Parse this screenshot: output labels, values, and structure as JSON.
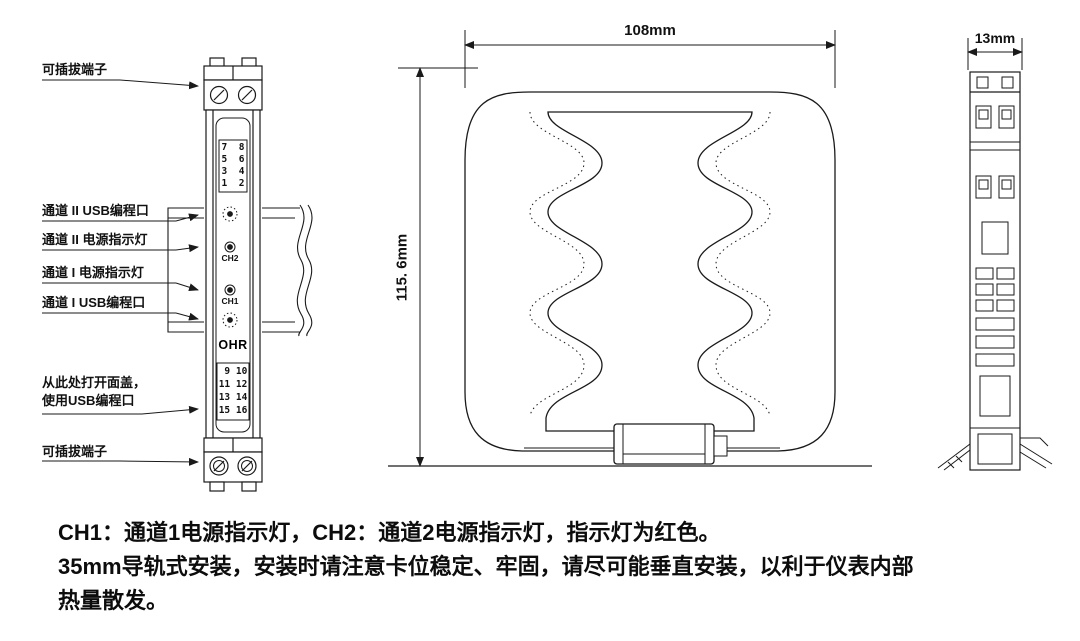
{
  "front_view": {
    "callouts": {
      "terminal_top": "可插拔端子",
      "ch2_usb": "通道 II USB编程口",
      "ch2_power": "通道 II 电源指示灯",
      "ch1_power": "通道 I 电源指示灯",
      "ch1_usb": "通道 I USB编程口",
      "open_cover_line1": "从此处打开面盖，",
      "open_cover_line2": "使用USB编程口",
      "terminal_bottom": "可插拔端子"
    },
    "panel": {
      "top_terminal_rows": [
        "7  8",
        "5  6",
        "3  4",
        "1  2"
      ],
      "bottom_terminal_rows": [
        " 9 10",
        "11 12",
        "13 14",
        "15 16"
      ],
      "ch2_label": "CH2",
      "ch1_label": "CH1",
      "brand": "OHR"
    }
  },
  "dimensions": {
    "profile_width": "108mm",
    "profile_height": "115. 6mm",
    "side_width": "13mm"
  },
  "notes": {
    "line1": "CH1：通道1电源指示灯，CH2：通道2电源指示灯，指示灯为红色。",
    "line2": "35mm导轨式安装，安装时请注意卡位稳定、牢固，请尽可能垂直安装，以利于仪表内部",
    "line3": "热量散发。"
  }
}
